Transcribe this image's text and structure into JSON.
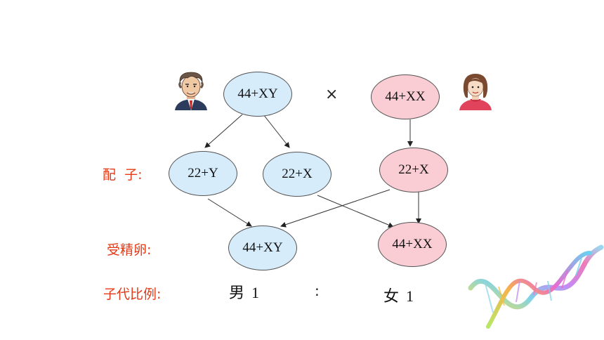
{
  "parents": {
    "father": "44+XY",
    "cross_symbol": "×",
    "mother": "44+XX"
  },
  "gametes": {
    "label": "配  子:",
    "father_y": "22+Y",
    "father_x": "22+X",
    "mother_x": "22+X"
  },
  "zygotes": {
    "label": "受精卵:",
    "male": "44+XY",
    "female": "44+XX"
  },
  "offspring": {
    "label": "子代比例:",
    "male_char": "男",
    "male_num": "1",
    "colon": ":",
    "female_char": "女",
    "female_num": "1"
  },
  "colors": {
    "blue_fill": "#d6ecfb",
    "pink_fill": "#f9cdd3",
    "label_red": "#e33a17"
  }
}
